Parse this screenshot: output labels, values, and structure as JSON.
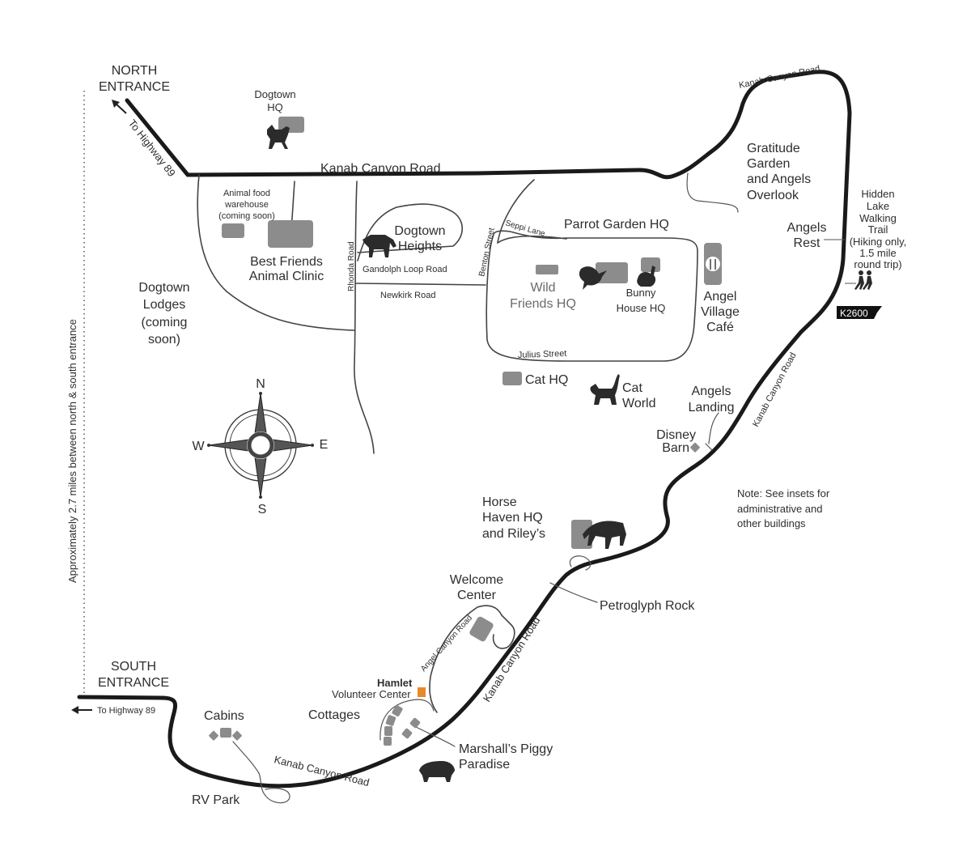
{
  "entrances": {
    "north": [
      "NORTH",
      "ENTRANCE"
    ],
    "south": [
      "SOUTH",
      "ENTRANCE"
    ],
    "north_to": "To Highway 89",
    "south_to": "To Highway 89"
  },
  "distance_note": "Approximately 2.7 miles between north & south entrance",
  "compass": {
    "n": "N",
    "s": "S",
    "e": "E",
    "w": "W"
  },
  "roads": {
    "kanab_top": "Kanab Canyon Road",
    "kanab_ne": "Kanab Canyon Road",
    "kanab_east": "Kanab Canyon Road",
    "kanab_mid": "Kanab Canyon Road",
    "kanab_south": "Kanab Canyon Road",
    "angel_canyon": "Angel Canyon Road",
    "rhonda": "Rhonda Road",
    "gandolph": "Gandolph Loop Road",
    "newkirk": "Newkirk Road",
    "benton": "Benton Street",
    "seppi": "Seppi Lane",
    "julius": "Julius Street",
    "highway_sign": "K2600"
  },
  "places": {
    "dogtown_hq": [
      "Dogtown",
      "HQ"
    ],
    "animal_food": [
      "Animal food",
      "warehouse",
      "(coming soon)"
    ],
    "clinic": [
      "Best Friends",
      "Animal Clinic"
    ],
    "dogtown_heights": [
      "Dogtown",
      "Heights"
    ],
    "dogtown_lodges": [
      "Dogtown",
      "Lodges",
      "(coming",
      "soon)"
    ],
    "parrot_garden": "Parrot Garden HQ",
    "wild_friends": [
      "Wild",
      "Friends HQ"
    ],
    "bunny_house": [
      "Bunny",
      "House HQ"
    ],
    "angel_village": [
      "Angel",
      "Village",
      "Café"
    ],
    "gratitude": [
      "Gratitude",
      "Garden",
      "and Angels",
      "Overlook"
    ],
    "angels_rest": [
      "Angels",
      "Rest"
    ],
    "hidden_lake": [
      "Hidden",
      "Lake",
      "Walking",
      "Trail",
      "(Hiking only,",
      "1.5 mile",
      "round trip)"
    ],
    "cat_hq": "Cat HQ",
    "cat_world": [
      "Cat",
      "World"
    ],
    "angels_landing": [
      "Angels",
      "Landing"
    ],
    "disney_barn": [
      "Disney",
      "Barn"
    ],
    "horse_haven": [
      "Horse",
      "Haven HQ",
      "and Riley’s"
    ],
    "petroglyph": "Petroglyph Rock",
    "welcome": [
      "Welcome",
      "Center"
    ],
    "hamlet": "Hamlet",
    "volunteer": "Volunteer Center",
    "cottages": "Cottages",
    "cabins": "Cabins",
    "rv_park": "RV Park",
    "piggy": [
      "Marshall’s Piggy",
      "Paradise"
    ]
  },
  "note": [
    "Note: See insets for",
    "administrative and",
    "other buildings"
  ],
  "colors": {
    "road": "#1a1a1a",
    "building": "#8c8c8c",
    "volunteer_marker": "#e8892b"
  }
}
